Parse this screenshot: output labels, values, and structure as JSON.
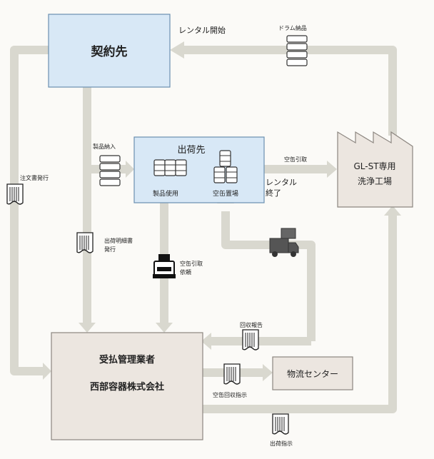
{
  "nodes": {
    "contractor": "契約先",
    "shipping_site": "出荷先",
    "product_use": "製品使用",
    "empty_can_storage": "空缶置場",
    "factory_line1": "GL-ST専用",
    "factory_line2": "洗浄工場",
    "manager_line1": "受払管理業者",
    "manager_line2": "西部容器株式会社",
    "logistics": "物流センター"
  },
  "labels": {
    "rental_start": "レンタル開始",
    "drum_delivery": "ドラム納品",
    "product_delivery": "製品納入",
    "empty_can_pickup": "空缶引取",
    "rental_end_line1": "レンタル",
    "rental_end_line2": "終了",
    "order_issue": "注文書発行",
    "shipping_statement_line1": "出荷明細書",
    "shipping_statement_line2": "発行",
    "pickup_request_line1": "空缶引取",
    "pickup_request_line2": "依頼",
    "collection_report": "回収報告",
    "empty_can_collection_instruction": "空缶回収指示",
    "shipping_instruction": "出荷指示"
  },
  "icons": {
    "drums": "drum-stack-icon",
    "document": "document-icon",
    "fax": "fax-machine-icon",
    "truck": "truck-icon",
    "factory": "factory-icon"
  },
  "colors": {
    "arrow": "#d9d8cf",
    "blue_fill": "#d8e8f6",
    "blue_border": "#6b8fb0",
    "gray_fill": "#ece6e0",
    "gray_border": "#8c8680",
    "text": "#222222"
  }
}
